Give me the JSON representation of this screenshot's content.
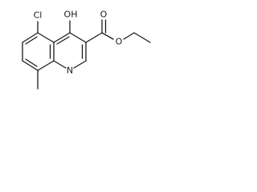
{
  "molecule": {
    "atoms": {
      "cl": "Cl",
      "oh": "OH",
      "ring_n": "N",
      "ester_o_carbonyl": "O",
      "ester_o_ether": "O"
    }
  },
  "palette": {
    "ink": "#1a1a1a",
    "background": "#ffffff"
  }
}
